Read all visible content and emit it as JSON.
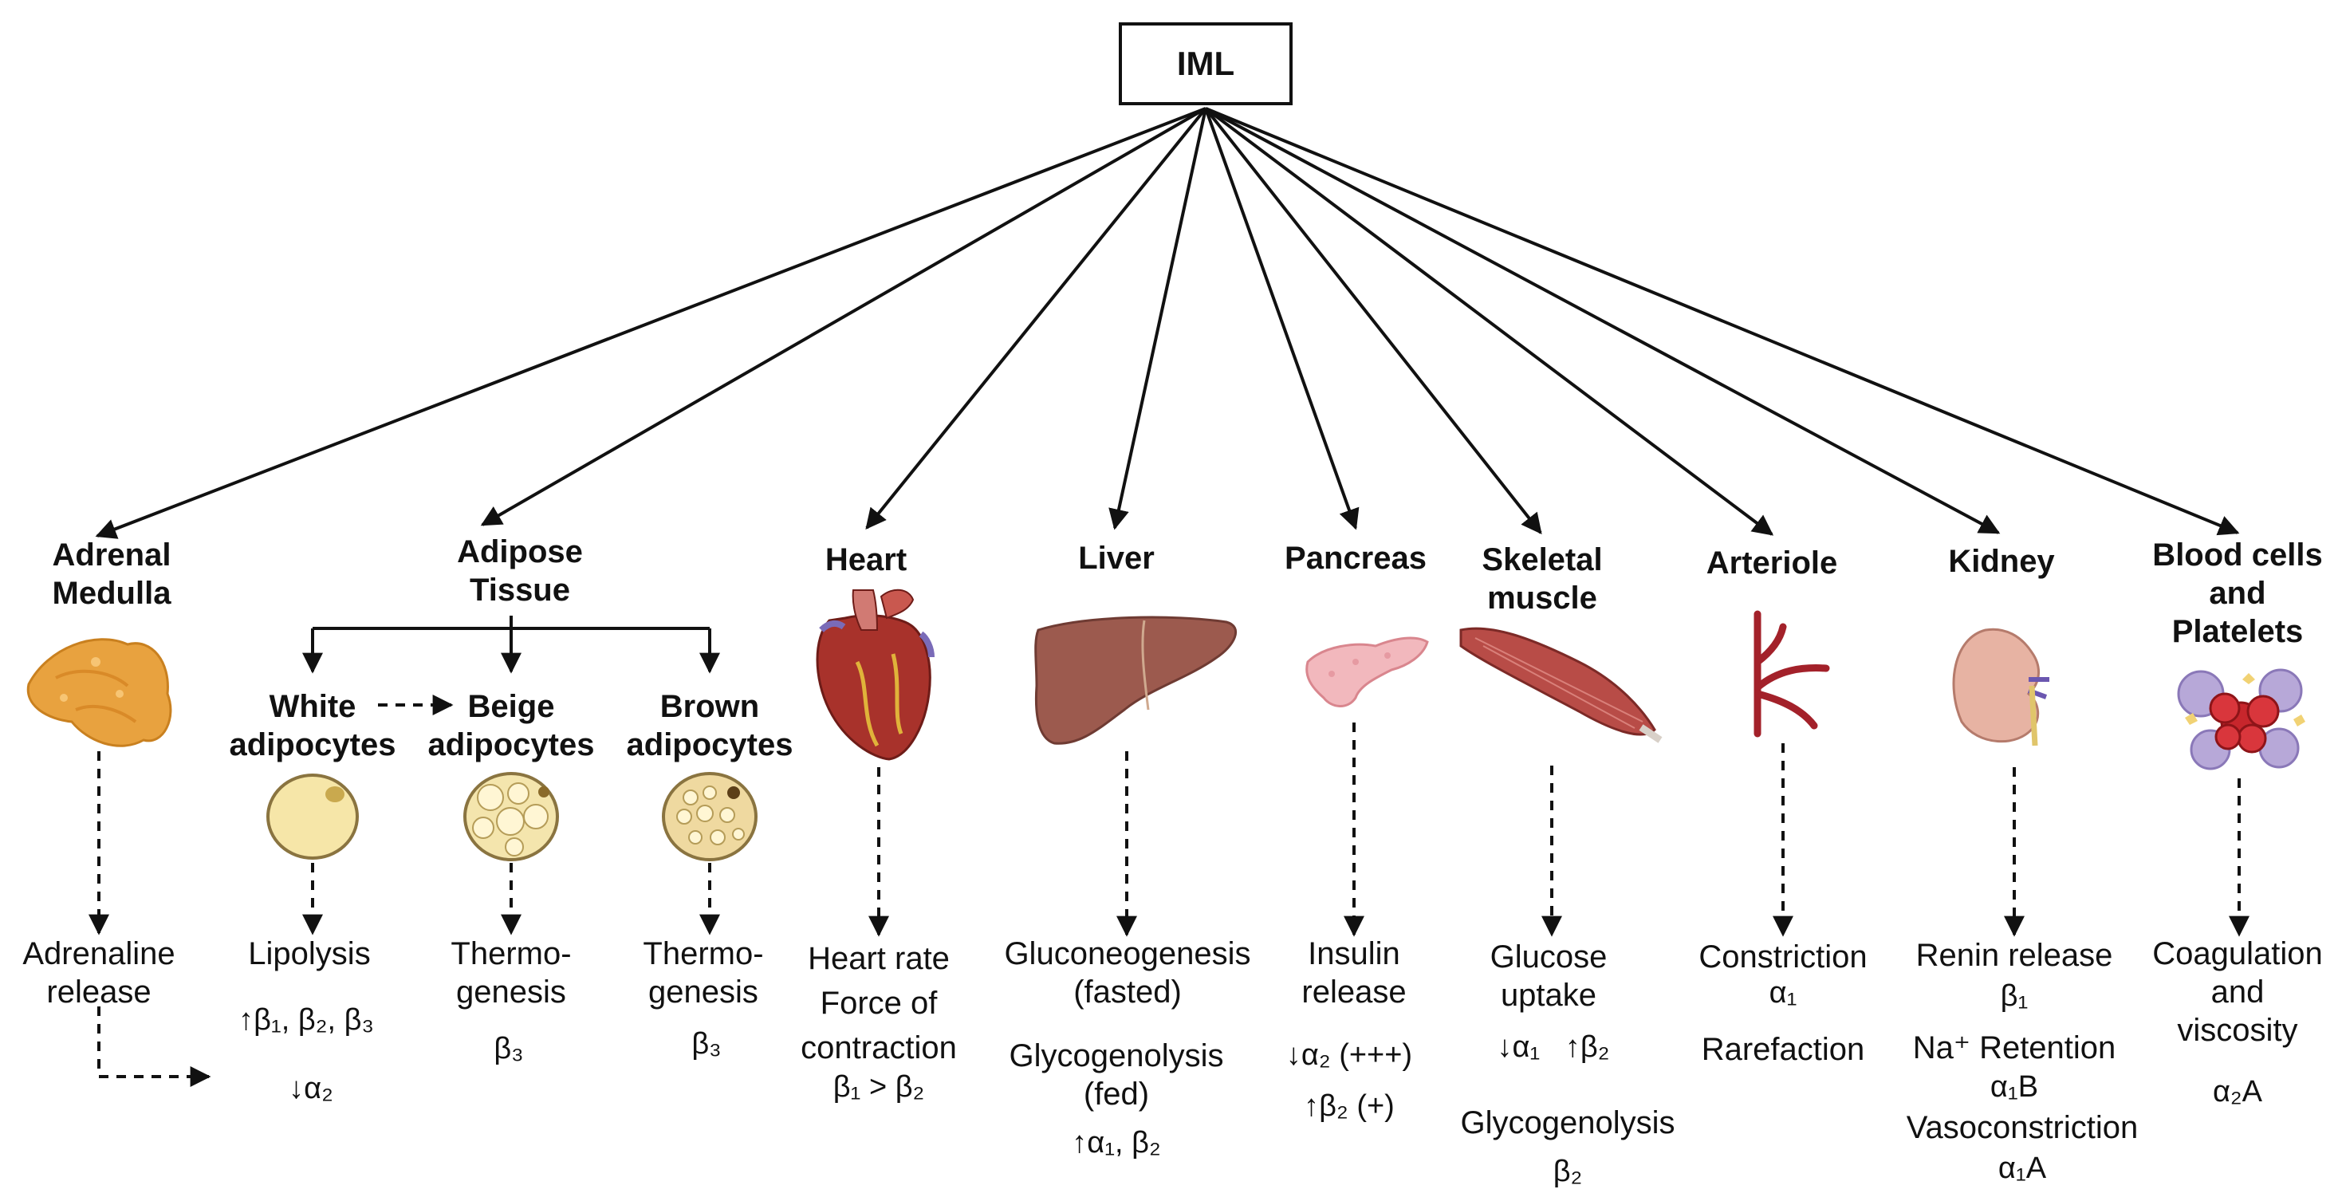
{
  "root": {
    "label": "IML"
  },
  "organs": {
    "adrenal": {
      "title": [
        "Adrenal",
        "Medulla"
      ],
      "effect": [
        "Adrenaline",
        "release"
      ]
    },
    "adipose": {
      "title": [
        "Adipose",
        "Tissue"
      ],
      "white": {
        "title": [
          "White",
          "adipocytes"
        ],
        "effect": "Lipolysis",
        "up": "↑β₁, β₂, β₃",
        "down": "↓α₂"
      },
      "beige": {
        "title": [
          "Beige",
          "adipocytes"
        ],
        "effect": [
          "Thermo-",
          "genesis"
        ],
        "receptor": "β₃"
      },
      "brown": {
        "title": [
          "Brown",
          "adipocytes"
        ],
        "effect": [
          "Thermo-",
          "genesis"
        ],
        "receptor": "β₃"
      }
    },
    "heart": {
      "title": "Heart",
      "effect": [
        "Heart rate",
        "Force of",
        "contraction"
      ],
      "receptor": "β₁ > β₂"
    },
    "liver": {
      "title": "Liver",
      "effect1": [
        "Gluconeogenesis",
        "(fasted)"
      ],
      "effect2": [
        "Glycogenolysis",
        "(fed)"
      ],
      "receptor": "↑α₁, β₂"
    },
    "pancreas": {
      "title": "Pancreas",
      "effect": [
        "Insulin",
        "release"
      ],
      "r1": "↓α₂ (+++)",
      "r2": "↑β₂ (+)"
    },
    "skeletal": {
      "title": [
        "Skeletal",
        "muscle"
      ],
      "effect": [
        "Glucose",
        "uptake"
      ],
      "receptor": "↓α₁   ↑β₂",
      "effect2": "Glycogenolysis",
      "receptor2": "β₂"
    },
    "arteriole": {
      "title": "Arteriole",
      "effect": "Constriction",
      "receptor": "α₁",
      "effect2": "Rarefaction"
    },
    "kidney": {
      "title": "Kidney",
      "effect1": "Renin release",
      "r1": "β₁",
      "effect2": "Na⁺ Retention",
      "r2": "α₁B",
      "effect3": "Vasoconstriction",
      "r3": "α₁A"
    },
    "blood": {
      "title": [
        "Blood cells",
        "and",
        "Platelets"
      ],
      "effect": [
        "Coagulation",
        "and",
        "viscosity"
      ],
      "receptor": "α₂A"
    }
  },
  "colors": {
    "line": "#111111",
    "adrenal": "#e8a23f",
    "fat": "#f3e2a6",
    "heart": "#a8322b",
    "liver": "#9c5a4e",
    "pancreas": "#f2b8bd",
    "muscle": "#b84c47",
    "artery": "#a3212a",
    "kidney": "#e7b3a3",
    "blood": "#c7262c"
  }
}
